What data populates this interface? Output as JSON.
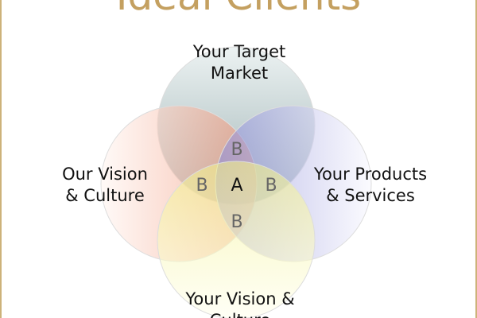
{
  "title": "Ideal Clients",
  "circles": [
    {
      "label_lines": [
        "Your Target",
        "Market"
      ],
      "color": "#9fb6b6"
    },
    {
      "label_lines": [
        "Our Vision",
        "& Culture"
      ],
      "color": "#f4a58a"
    },
    {
      "label_lines": [
        "Your Products",
        "& Services"
      ],
      "color": "#a6a6e0"
    },
    {
      "label_lines": [
        "Your Vision &",
        "Culture"
      ],
      "color": "#f6f4a0"
    }
  ],
  "regions": {
    "center": "A",
    "pairwise": [
      "B",
      "B",
      "B",
      "B"
    ]
  },
  "accent_color": "#c4a060"
}
